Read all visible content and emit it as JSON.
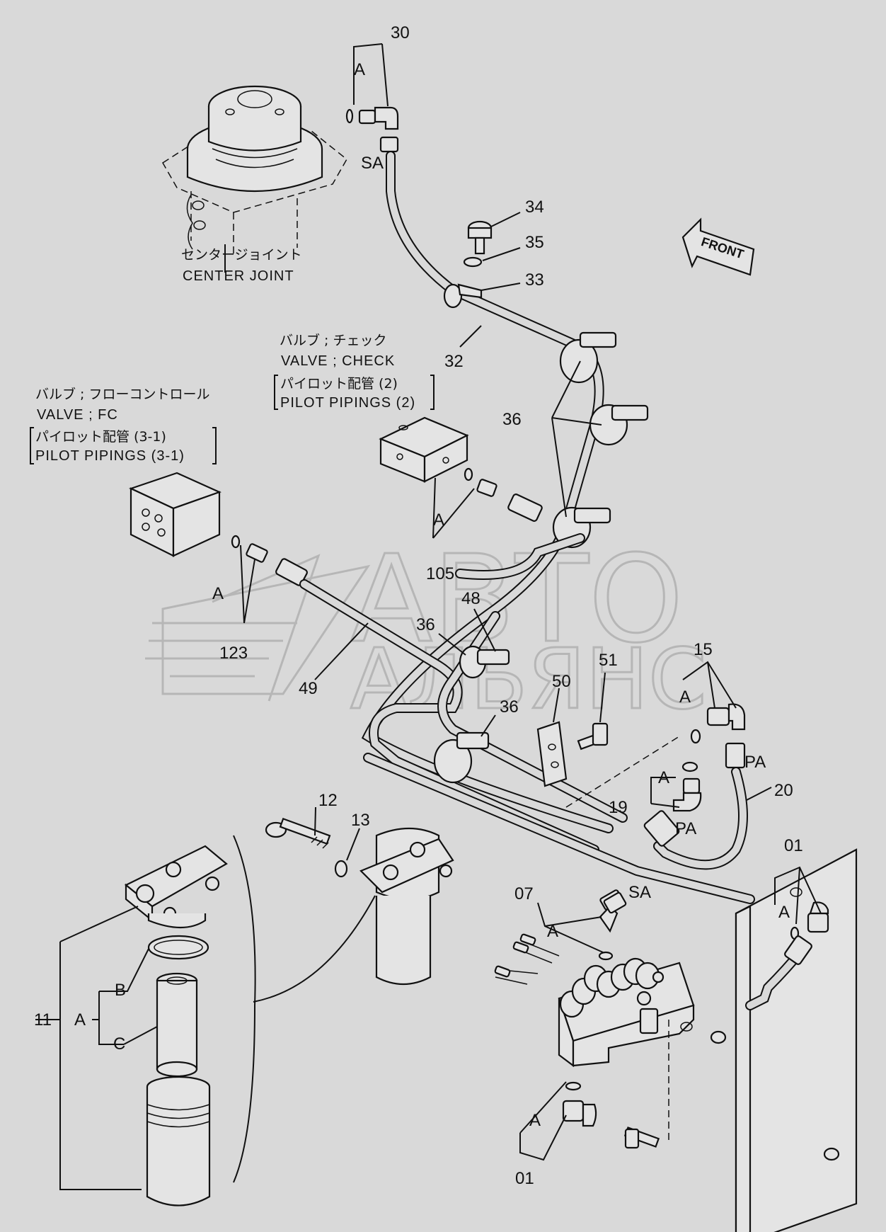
{
  "callouts": {
    "c30": "30",
    "c34": "34",
    "c35": "35",
    "c33": "33",
    "c32": "32",
    "c36a": "36",
    "c36b": "36",
    "c36c": "36",
    "c105": "105",
    "c48": "48",
    "c123": "123",
    "c49": "49",
    "c50": "50",
    "c51": "51",
    "c15": "15",
    "c20": "20",
    "c19": "19",
    "c12": "12",
    "c13": "13",
    "c07": "07",
    "c01a": "01",
    "c01b": "01",
    "c11": "11"
  },
  "letters": {
    "a30": "A",
    "sa_top": "SA",
    "a105": "A",
    "a123": "A",
    "a15": "A",
    "pa1": "PA",
    "a19": "A",
    "pa2": "PA",
    "a07": "A",
    "sa_mid": "SA",
    "a01a": "A",
    "a01b": "A",
    "a11": "A",
    "b11": "B",
    "c11": "C"
  },
  "labels": {
    "center_joint_jp": "センタージョイント",
    "center_joint_en": "CENTER  JOINT",
    "check_jp": "バルブ ; チェック",
    "check_en": "VALVE ; CHECK",
    "check_pipe_jp": "パイロット配管 (2)",
    "check_pipe_en": "PILOT  PIPINGS (2)",
    "fc_jp": "バルブ ; フローコントロール",
    "fc_en": "VALVE ; FC",
    "fc_pipe_jp": "パイロット配管 (3-1)",
    "fc_pipe_en": "PILOT  PIPINGS (3-1)",
    "front": "FRONT"
  },
  "watermark": {
    "line1": "АВТО",
    "line2": "АЛЬЯНС"
  }
}
